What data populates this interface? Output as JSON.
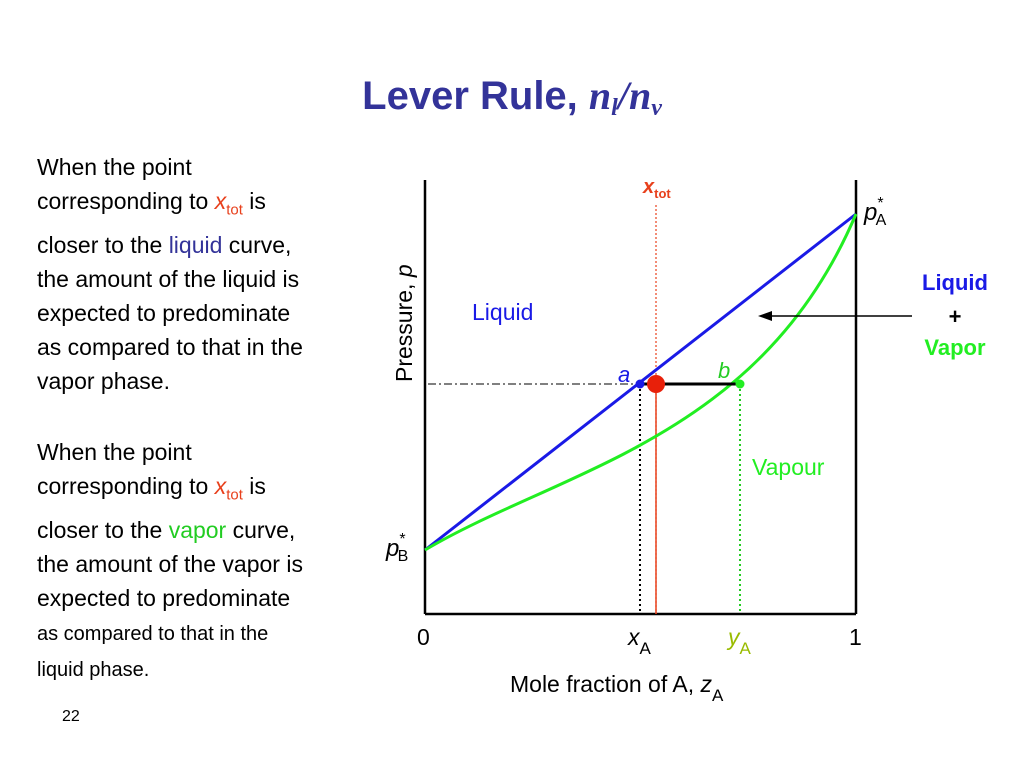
{
  "title": {
    "main": "Lever Rule, ",
    "n1": "n",
    "n1_sub": "l",
    "slash": "/",
    "n2": "n",
    "n2_sub": "v"
  },
  "paragraph1": {
    "line1": "When the point",
    "line2_pre": "corresponding to ",
    "x": "x",
    "x_sub": "tot",
    "line2_post": " is",
    "line3_pre": "closer to the ",
    "highlight": "liquid",
    "line3_post": " curve,",
    "line4": "the amount of the liquid is",
    "line5": "expected to predominate",
    "line6": "as compared to that in the",
    "line7": "vapor phase."
  },
  "paragraph2": {
    "line1": "When the point",
    "line2_pre": "corresponding to ",
    "x": "x",
    "x_sub": "tot",
    "line2_post": " is",
    "line3_pre": "closer to the ",
    "highlight": "vapor",
    "line3_post": " curve,",
    "line4": "the amount of the vapor is",
    "line5": "expected to predominate",
    "line6": "as compared to that in the",
    "line7": "liquid phase."
  },
  "slide_number": "22",
  "diagram": {
    "xtot": {
      "x": "x",
      "sub": "tot"
    },
    "pA": {
      "p": "p",
      "star": "*",
      "sub": "A"
    },
    "pB": {
      "p": "p",
      "star": "*",
      "sub": "B"
    },
    "ylabel": "Pressure, ",
    "ylabel_var": "p",
    "region_liquid": "Liquid",
    "region_vapour": "Vapour",
    "point_a": "a",
    "point_b": "b",
    "tick_0": "0",
    "tick_1": "1",
    "xA": {
      "x": "x",
      "sub": "A"
    },
    "yA": {
      "y": "y",
      "sub": "A"
    },
    "xlabel": "Mole fraction of A, ",
    "xlabel_var": {
      "z": "z",
      "sub": "A"
    },
    "callout": {
      "liquid": "Liquid",
      "plus": "+",
      "vapor": "Vapor"
    }
  },
  "colors": {
    "title": "#333399",
    "liquid_line": "#1a1ae6",
    "vapour_curve": "#22ee22",
    "xtot": "#e8401c",
    "yA_label": "#99bb00",
    "point_tot": "#e8200a"
  }
}
